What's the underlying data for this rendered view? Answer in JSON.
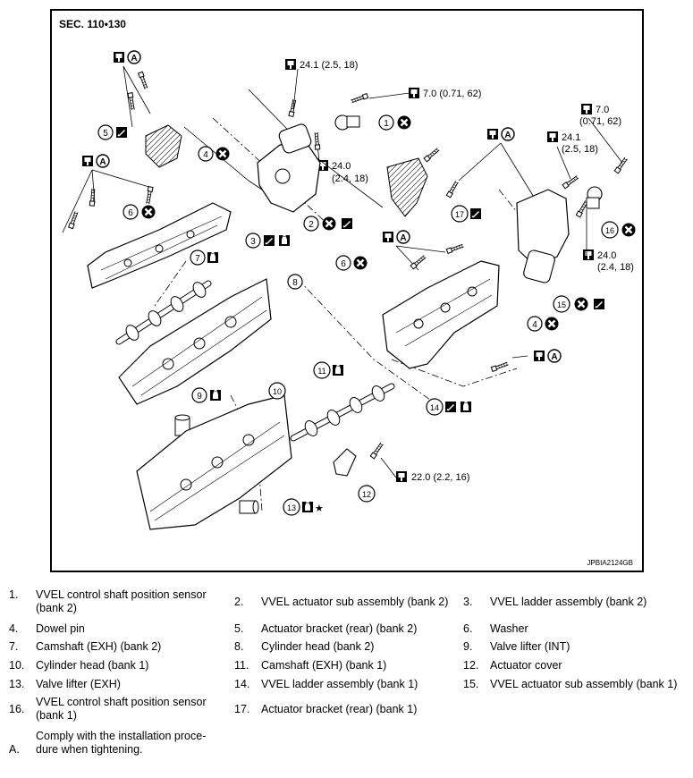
{
  "diagram": {
    "section": "SEC. 110•130",
    "ref_code": "JPBIA2124GB",
    "torque_labels": {
      "t1": "24.1 (2.5, 18)",
      "t2": "7.0 (0.71, 62)",
      "t3a": "24.0",
      "t3b": "(2.4, 18)",
      "t4a": "7.0",
      "t4b": "(0.71, 62)",
      "t5a": "24.1",
      "t5b": "(2.5, 18)",
      "t6a": "24.0",
      "t6b": "(2.4, 18)",
      "t7": "22.0 (2.2, 16)"
    },
    "callouts": [
      "1",
      "2",
      "3",
      "4",
      "5",
      "6",
      "7",
      "8",
      "9",
      "10",
      "11",
      "12",
      "13",
      "14",
      "15",
      "16",
      "17",
      "A"
    ],
    "star": "★",
    "icons": [
      "torque-wrench-icon",
      "do-not-reuse-icon",
      "apply-liquid-gasket-icon",
      "apply-oil-icon"
    ]
  },
  "legend": [
    {
      "num": "1.",
      "label_lines": [
        "VVEL control shaft position sensor",
        "(bank 2)"
      ]
    },
    {
      "num": "2.",
      "label_lines": [
        "VVEL actuator sub assembly (bank 2)"
      ]
    },
    {
      "num": "3.",
      "label_lines": [
        "VVEL ladder assembly (bank 2)"
      ]
    },
    {
      "num": "4.",
      "label_lines": [
        "Dowel pin"
      ]
    },
    {
      "num": "5.",
      "label_lines": [
        "Actuator bracket (rear) (bank 2)"
      ]
    },
    {
      "num": "6.",
      "label_lines": [
        "Washer"
      ]
    },
    {
      "num": "7.",
      "label_lines": [
        "Camshaft (EXH) (bank 2)"
      ]
    },
    {
      "num": "8.",
      "label_lines": [
        "Cylinder head (bank 2)"
      ]
    },
    {
      "num": "9.",
      "label_lines": [
        "Valve lifter (INT)"
      ]
    },
    {
      "num": "10.",
      "label_lines": [
        "Cylinder head (bank 1)"
      ]
    },
    {
      "num": "11.",
      "label_lines": [
        "Camshaft (EXH) (bank 1)"
      ]
    },
    {
      "num": "12.",
      "label_lines": [
        "Actuator cover"
      ]
    },
    {
      "num": "13.",
      "label_lines": [
        "Valve lifter (EXH)"
      ]
    },
    {
      "num": "14.",
      "label_lines": [
        "VVEL ladder assembly (bank 1)"
      ]
    },
    {
      "num": "15.",
      "label_lines": [
        "VVEL actuator sub assembly (bank 1)"
      ]
    },
    {
      "num": "16.",
      "label_lines": [
        "VVEL control shaft position sensor",
        "(bank 1)"
      ]
    },
    {
      "num": "17.",
      "label_lines": [
        "Actuator bracket (rear) (bank 1)"
      ]
    },
    {
      "num": "A.",
      "label_lines": [
        "Comply with the installation proce-",
        "dure when tightening."
      ]
    }
  ]
}
